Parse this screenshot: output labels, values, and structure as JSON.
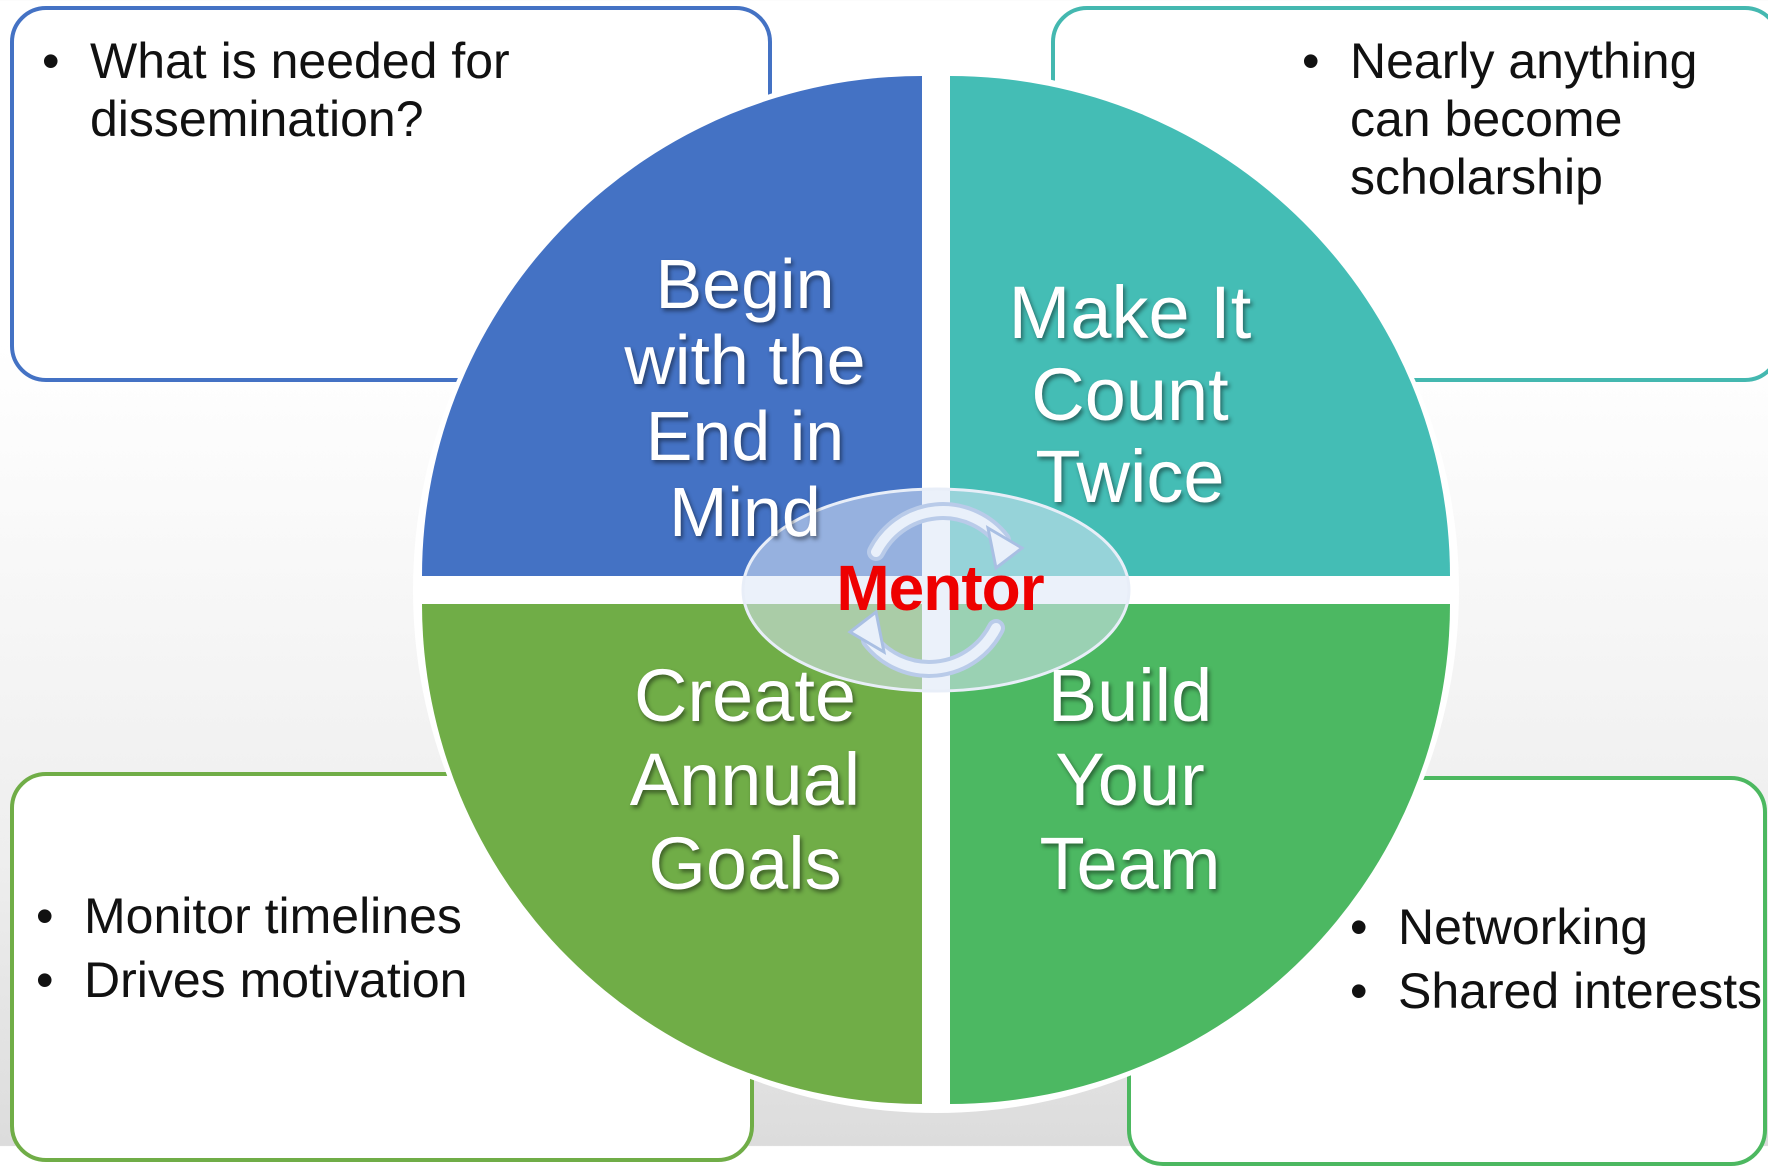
{
  "center": {
    "label": "Mentor",
    "icon": "cycle-arrows-icon"
  },
  "quadrants": {
    "top_left": {
      "label": "Begin with the End in Mind",
      "color": "#4472c4"
    },
    "top_right": {
      "label": "Make It Count Twice",
      "color": "#44bdb5"
    },
    "bottom_left": {
      "label": "Create Annual Goals",
      "color": "#70ad47"
    },
    "bottom_right": {
      "label": "Build Your Team",
      "color": "#4cb862"
    }
  },
  "callouts": {
    "top_left": {
      "bullets": [
        "What is needed for dissemination?"
      ],
      "border_color": "#4472c4"
    },
    "top_right": {
      "bullets": [
        "Nearly anything can become scholarship"
      ],
      "border_color": "#44b8b0"
    },
    "bottom_left": {
      "bullets": [
        "Monitor timelines",
        "Drives motivation"
      ],
      "border_color": "#70ad47"
    },
    "bottom_right": {
      "bullets": [
        "Networking",
        "Shared interests"
      ],
      "border_color": "#4cb860"
    }
  }
}
